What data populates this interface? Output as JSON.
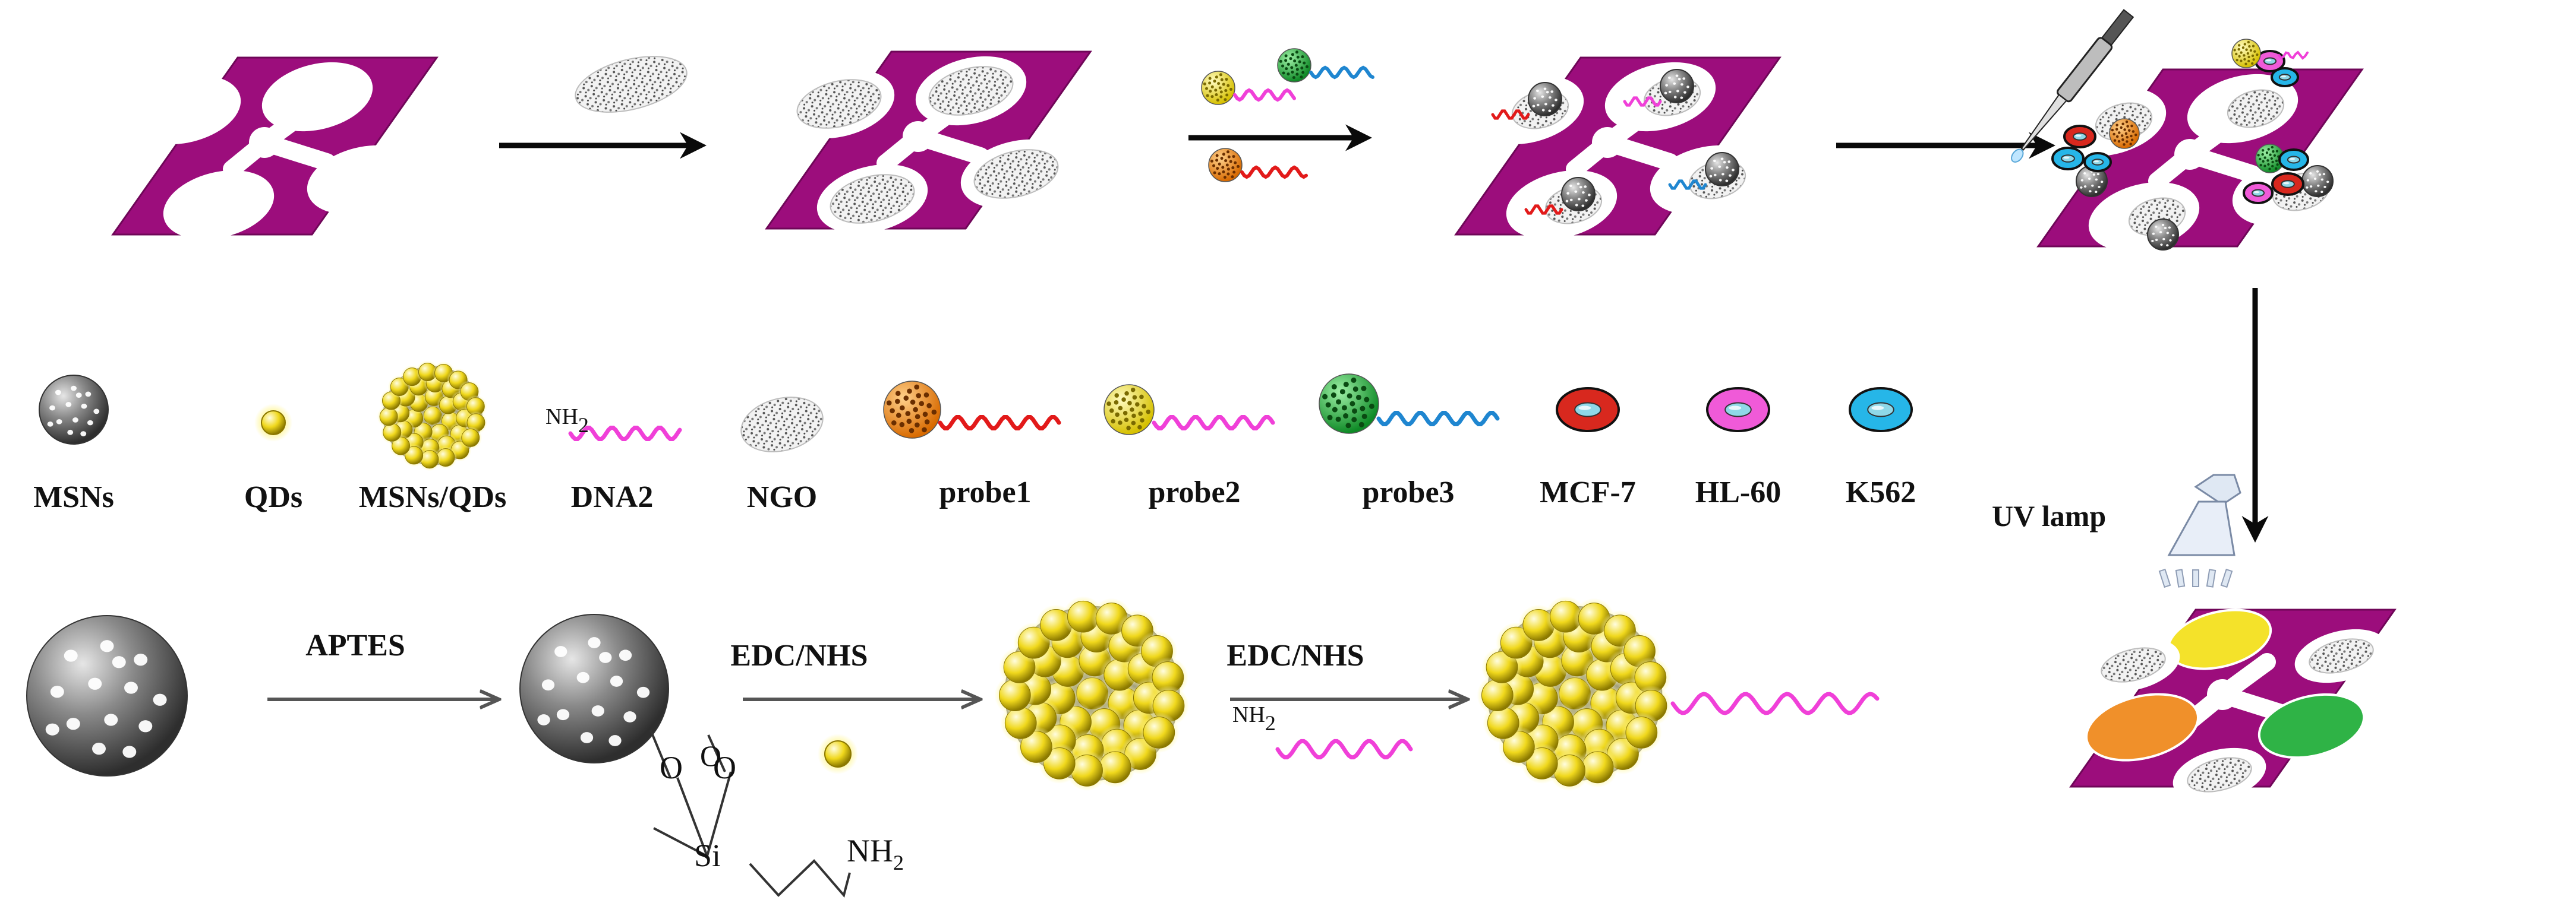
{
  "colors": {
    "chip": "#9c0d7c",
    "chip_edge": "#6f0658",
    "channel": "#ffffff",
    "arrow": "#0a0a0a",
    "arrow_grey": "#555555",
    "qd_yellow": "#f4e22a",
    "orange": "#f0902a",
    "green": "#2fb346",
    "red_strand": "#e21a1a",
    "pink_strand": "#f040d8",
    "blue_strand": "#1f86d0",
    "mcf7": "#d8281e",
    "hl60": "#f05ad8",
    "k562": "#26b6e8"
  },
  "icons": [
    "pipette-icon",
    "uv-lamp-icon",
    "msn-sphere-icon",
    "qd-dot-icon",
    "ngo-sheet-icon",
    "cell-icon"
  ],
  "legend": {
    "msns": "MSNs",
    "qds": "QDs",
    "msns_qds": "MSNs/QDs",
    "dna2": "DNA2",
    "dna2_group": "NH",
    "dna2_sub": "2",
    "ngo": "NGO",
    "probe1": "probe1",
    "probe2": "probe2",
    "probe3": "probe3",
    "mcf7": "MCF-7",
    "hl60": "HL-60",
    "k562": "K562"
  },
  "steps": {
    "aptes": "APTES",
    "edc_nhs_1": "EDC/NHS",
    "edc_nhs_2": "EDC/NHS",
    "amine_group": "NH",
    "amine_sub": "2"
  },
  "silane": {
    "o": "O",
    "si": "Si",
    "nh": "NH",
    "sub": "2"
  },
  "uv_lamp": "UV lamp"
}
